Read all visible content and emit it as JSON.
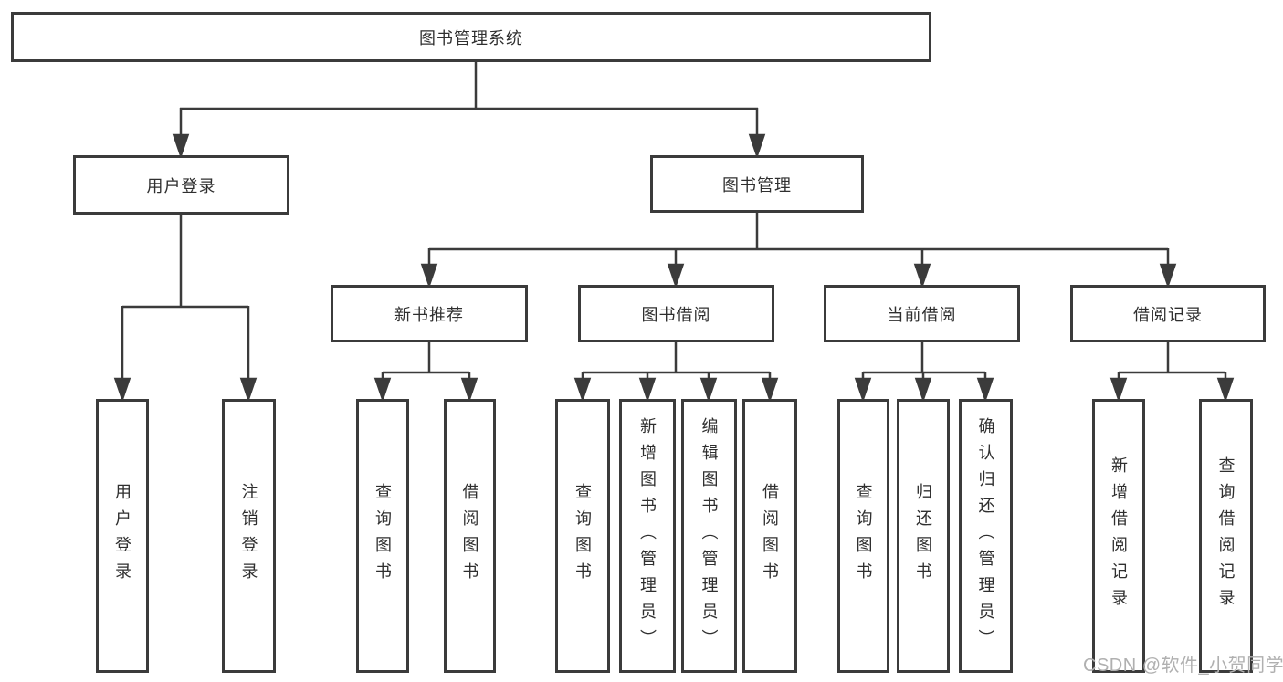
{
  "diagram": {
    "colors": {
      "line": "#3b3b3b",
      "box_border": "#3b3b3b",
      "text": "#2f2f2f",
      "watermark_text": "#b0b0b0",
      "background": "#ffffff"
    },
    "nodes": {
      "root": "图书管理系统",
      "user_login_branch": "用户登录",
      "book_mgmt_branch": "图书管理",
      "new_book_branch": "新书推荐",
      "book_borrow_branch": "图书借阅",
      "current_borrow_branch": "当前借阅",
      "borrow_record_branch": "借阅记录",
      "leaf_user_login": "用户登录",
      "leaf_logout": "注销登录",
      "leaf_newbook_query": "查询图书",
      "leaf_newbook_borrow": "借阅图书",
      "leaf_borrow_query": "查询图书",
      "leaf_borrow_add": "新增图书（管理员）",
      "leaf_borrow_edit": "编辑图书（管理员）",
      "leaf_borrow_borrow": "借阅图书",
      "leaf_current_query": "查询图书",
      "leaf_current_return": "归还图书",
      "leaf_current_confirm": "确认归还（管理员）",
      "leaf_record_add": "新增借阅记录",
      "leaf_record_query": "查询借阅记录"
    },
    "watermark": "CSDN @软件_小贺同学"
  }
}
